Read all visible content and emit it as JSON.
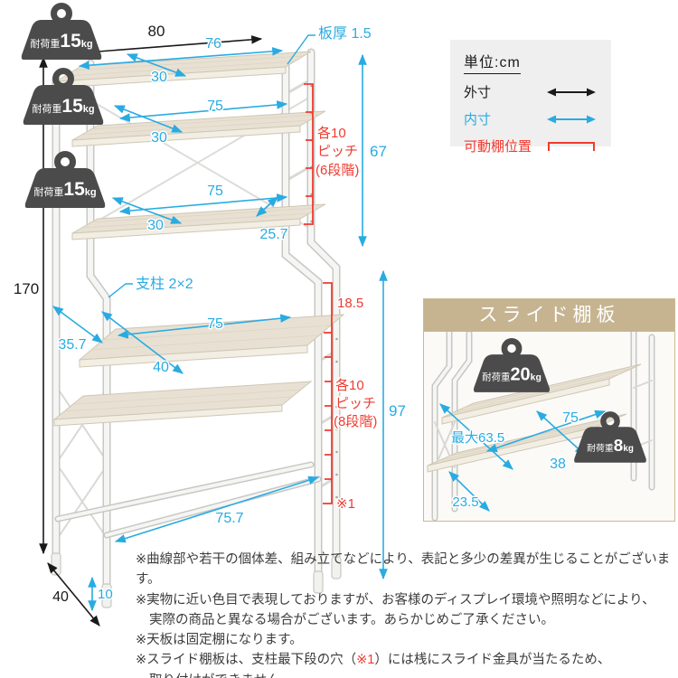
{
  "colors": {
    "accent_blue": "#29abe2",
    "accent_red": "#ef3b30",
    "dim_black": "#1a1a1a",
    "badge_gray": "#4b4b4b",
    "inset_header_tan": "#c6b491",
    "wood": "#e8e1d3"
  },
  "legend": {
    "unit": "単位:cm",
    "outer": "外寸",
    "inner": "内寸",
    "movable": "可動棚位置"
  },
  "badges": {
    "b15_1": {
      "prefix": "耐荷重",
      "value": "15",
      "unit": "kg"
    },
    "b15_2": {
      "prefix": "耐荷重",
      "value": "15",
      "unit": "kg"
    },
    "b15_3": {
      "prefix": "耐荷重",
      "value": "15",
      "unit": "kg"
    },
    "b20": {
      "prefix": "耐荷重",
      "value": "20",
      "unit": "kg"
    },
    "b8": {
      "prefix": "耐荷重",
      "value": "8",
      "unit": "kg"
    }
  },
  "dims": {
    "w80": "80",
    "w76": "76",
    "d30a": "30",
    "w75a": "75",
    "d30b": "30",
    "w75b": "75",
    "d30c": "30",
    "d25_7": "25.7",
    "thickness": "板厚 1.5",
    "h67": "67",
    "h170": "170",
    "pitch6_1": "各10",
    "pitch6_2": "ピッチ",
    "pitch6_3": "(6段階)",
    "pillar": "支柱 2×2",
    "h18_5": "18.5",
    "pitch8_1": "各10",
    "pitch8_2": "ピッチ",
    "pitch8_3": "(8段階)",
    "h97": "97",
    "d35_7": "35.7",
    "w75c": "75",
    "d40a": "40",
    "w75_7": "75.7",
    "ref1": "※1",
    "d40b": "40",
    "h10": "10"
  },
  "inset": {
    "title": "スライド棚板",
    "w75": "75",
    "max63_5": "最大63.5",
    "d38": "38",
    "d23_5": "23.5"
  },
  "notes": {
    "line1": "※曲線部や若干の個体差、組み立てなどにより、表記と多少の差異が生じることがございます。",
    "line2": "※実物に近い色目で表現しておりますが、お客様のディスプレイ環境や照明などにより、",
    "line3": "実際の商品と異なる場合がございます。あらかじめご了承ください。",
    "line4": "※天板は固定棚になります。",
    "line5_prefix": "※スライド棚板は、支柱最下段の穴（",
    "line5_ref": "※1",
    "line5_suffix": "）には桟にスライド金具が当たるため、",
    "line6": "取り付けができません。"
  }
}
